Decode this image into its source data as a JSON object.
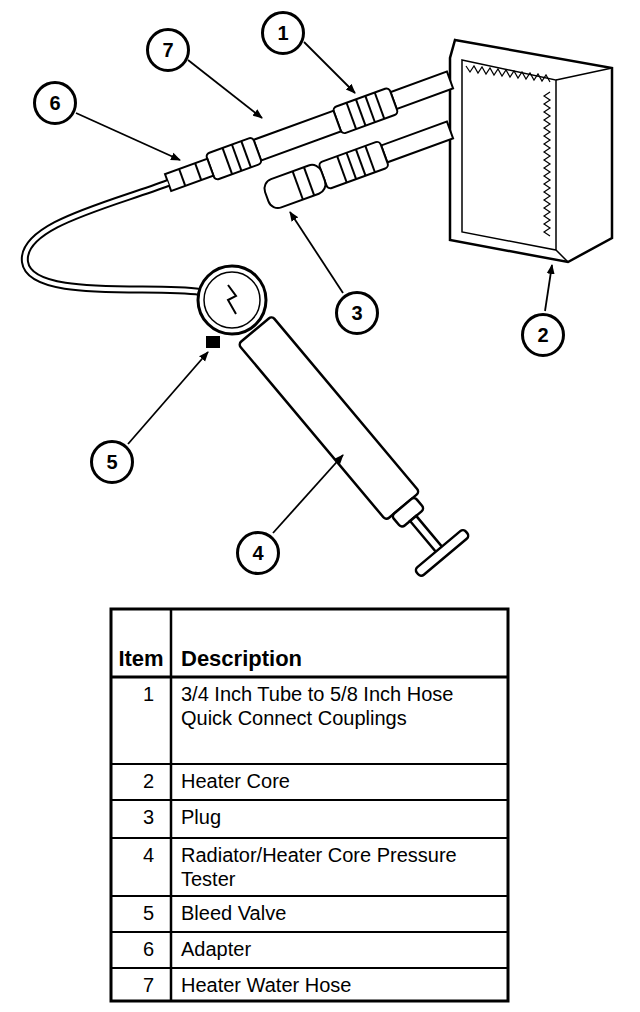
{
  "diagram": {
    "nodes": [
      {
        "text": [
          "1"
        ]
      },
      {
        "text": [
          "7"
        ]
      },
      {
        "text": [
          "6"
        ]
      },
      {
        "text": [
          "3"
        ]
      },
      {
        "text": [
          "2"
        ]
      },
      {
        "text": [
          "5"
        ]
      },
      {
        "text": [
          "4"
        ]
      }
    ],
    "labels": [
      "Item",
      "Description",
      "1",
      "3/4 Inch Tube to 5/8 Inch Hose Quick Connect Couplings",
      "2",
      "Heater Core",
      "3",
      "Plug",
      "4",
      "Radiator/Heater Core Pressure Tester",
      "5",
      "Bleed Valve",
      "6",
      "Adapter",
      "7",
      "Heater Water Hose"
    ]
  }
}
